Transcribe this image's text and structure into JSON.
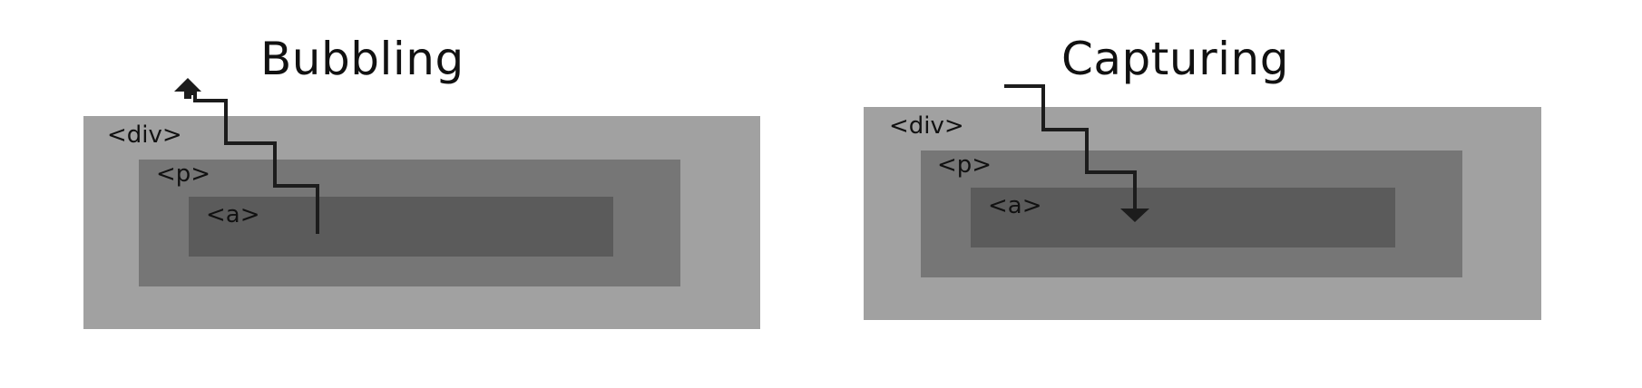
{
  "diagrams": [
    {
      "title": "Bubbling",
      "direction": "up",
      "boxes": {
        "div": {
          "label": "<div>",
          "color": "#a1a1a1"
        },
        "p": {
          "label": "<p>",
          "color": "#767676"
        },
        "a": {
          "label": "<a>",
          "color": "#5b5b5b"
        }
      }
    },
    {
      "title": "Capturing",
      "direction": "down",
      "boxes": {
        "div": {
          "label": "<div>",
          "color": "#a1a1a1"
        },
        "p": {
          "label": "<p>",
          "color": "#767676"
        },
        "a": {
          "label": "<a>",
          "color": "#5b5b5b"
        }
      }
    }
  ],
  "colors": {
    "background": "#ffffff",
    "arrow": "#1c1c1c",
    "text": "#111111"
  }
}
